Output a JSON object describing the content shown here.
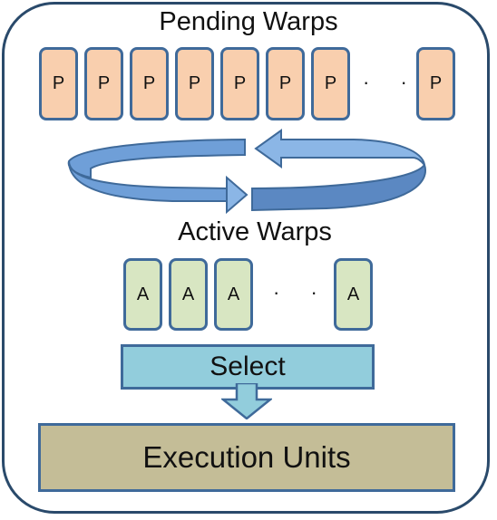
{
  "pending": {
    "title": "Pending Warps",
    "boxes": [
      "P",
      "P",
      "P",
      "P",
      "P",
      "P",
      "P",
      "P"
    ],
    "ellipsis": "· · ·"
  },
  "active": {
    "title": "Active Warps",
    "boxes": [
      "A",
      "A",
      "A",
      "A"
    ],
    "ellipsis": "· · ·"
  },
  "select": {
    "label": "Select"
  },
  "execution": {
    "label": "Execution Units"
  },
  "colors": {
    "pending_fill": "#f9cfae",
    "active_fill": "#d8e6c2",
    "select_fill": "#92cddc",
    "execution_fill": "#c4bd97",
    "border": "#3f6a9a",
    "arrow": "#6f9fd8"
  }
}
